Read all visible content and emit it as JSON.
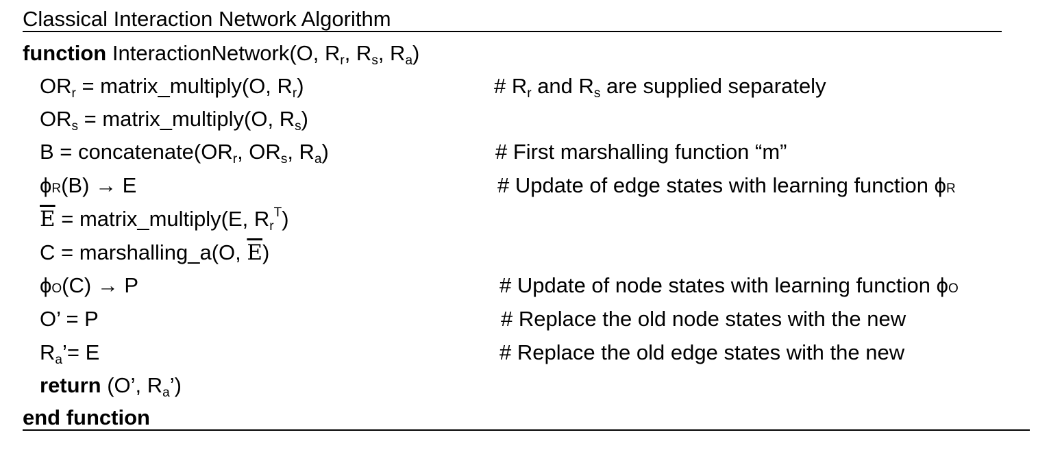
{
  "title": "Classical Interaction Network Algorithm",
  "lines": {
    "l1": {
      "kw": "function",
      "name": "InteractionNetwork(O, R",
      "sub_r": "r",
      "sep1": ", R",
      "sub_s": "s",
      "sep2": ", R",
      "sub_a": "a",
      "close": ")"
    },
    "l2": {
      "p1": "OR",
      "sub1": "r",
      "p2": " = matrix_multiply(O, R",
      "sub2": "r",
      "p3": ")",
      "c_p1": "# R",
      "c_sub1": "r",
      "c_p2": " and R",
      "c_sub2": "s",
      "c_p3": " are supplied separately"
    },
    "l3": {
      "p1": "OR",
      "sub1": "s",
      "p2": " = matrix_multiply(O, R",
      "sub2": "s",
      "p3": ")"
    },
    "l4": {
      "p1": "B = concatenate(OR",
      "sub1": "r",
      "p2": ", OR",
      "sub2": "s",
      "p3": ", R",
      "sub3": "a",
      "p4": ")",
      "comment": "# First marshalling function “m”"
    },
    "l5": {
      "p1": "ϕ",
      "sub1": "R",
      "p2": "(B) → E",
      "c_p1": "# Update of edge states with learning function ϕ",
      "c_sub1": "R"
    },
    "l6": {
      "ebar": "E",
      "p1": " = matrix_multiply(E, R",
      "sub1": "r",
      "sup1": "T",
      "p2": ")"
    },
    "l7": {
      "p1": "C = marshalling_a(O, ",
      "ebar": "E",
      "p2": ")"
    },
    "l8": {
      "p1": "ϕ",
      "sub1": "O",
      "p2": "(C) → P",
      "c_p1": "# Update of node states with learning function ϕ",
      "c_sub1": "O"
    },
    "l9": {
      "code": "O’ = P",
      "comment": "# Replace the old node states with the new"
    },
    "l10": {
      "p1": "R",
      "sub1": "a",
      "p2": "’= E",
      "comment": "# Replace the old edge states with the new"
    },
    "l11": {
      "kw": "return",
      "p1": " (O’, R",
      "sub1": "a",
      "p2": "’)"
    },
    "l12": {
      "kw": "end function"
    }
  }
}
